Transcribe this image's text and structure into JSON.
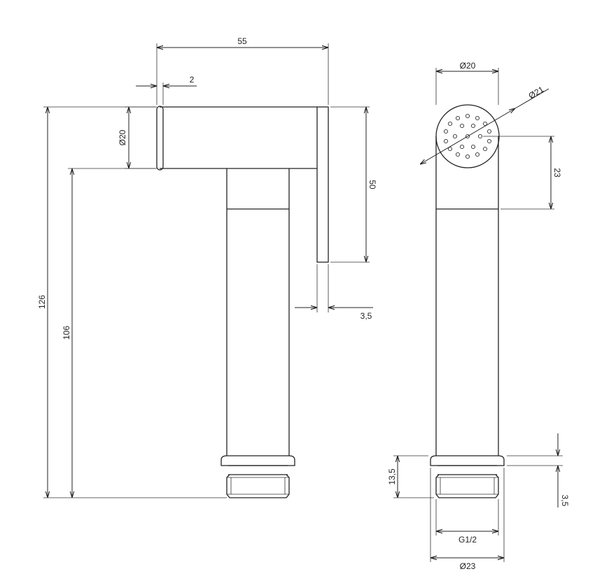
{
  "colors": {
    "line": "#222222",
    "background": "#ffffff"
  },
  "dimensions": {
    "side_width": "55",
    "wall_thickness": "2",
    "head_diameter": "Ø20",
    "total_height": "126",
    "lower_height": "106",
    "holder_height": "50",
    "holder_thickness": "3,5",
    "front_diameter": "Ø20",
    "spray_diameter": "Ø21",
    "spray_offset": "23",
    "fitting_height": "13,5",
    "flange_height": "3,5",
    "thread": "G1/2",
    "base_diameter": "Ø23"
  }
}
